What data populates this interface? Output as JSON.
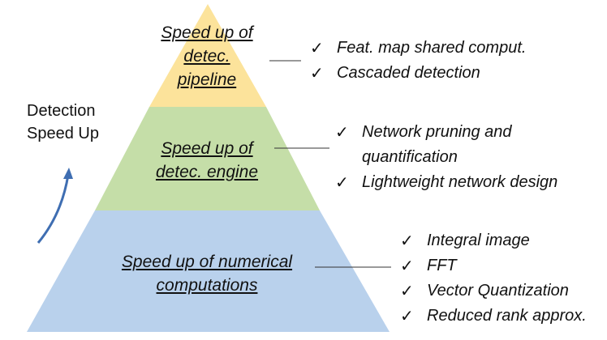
{
  "side_label": [
    "Detection",
    "Speed Up"
  ],
  "levels": [
    {
      "label_lines": [
        "Speed up of",
        "detec.",
        "pipeline"
      ],
      "fill": "#fce39b",
      "items": [
        "Feat. map shared comput.",
        "Cascaded detection"
      ]
    },
    {
      "label_lines": [
        "Speed up of",
        "detec. engine"
      ],
      "fill": "#c5dea8",
      "items": [
        "Network pruning and",
        "quantification",
        "Lightweight network design"
      ]
    },
    {
      "label_lines": [
        "Speed up of numerical",
        "computations"
      ],
      "fill": "#b9d1ec",
      "items": [
        "Integral image",
        "FFT",
        "Vector Quantization",
        "Reduced rank approx."
      ]
    }
  ],
  "check_glyph": "✓",
  "arrow_color": "#3f6eb2"
}
